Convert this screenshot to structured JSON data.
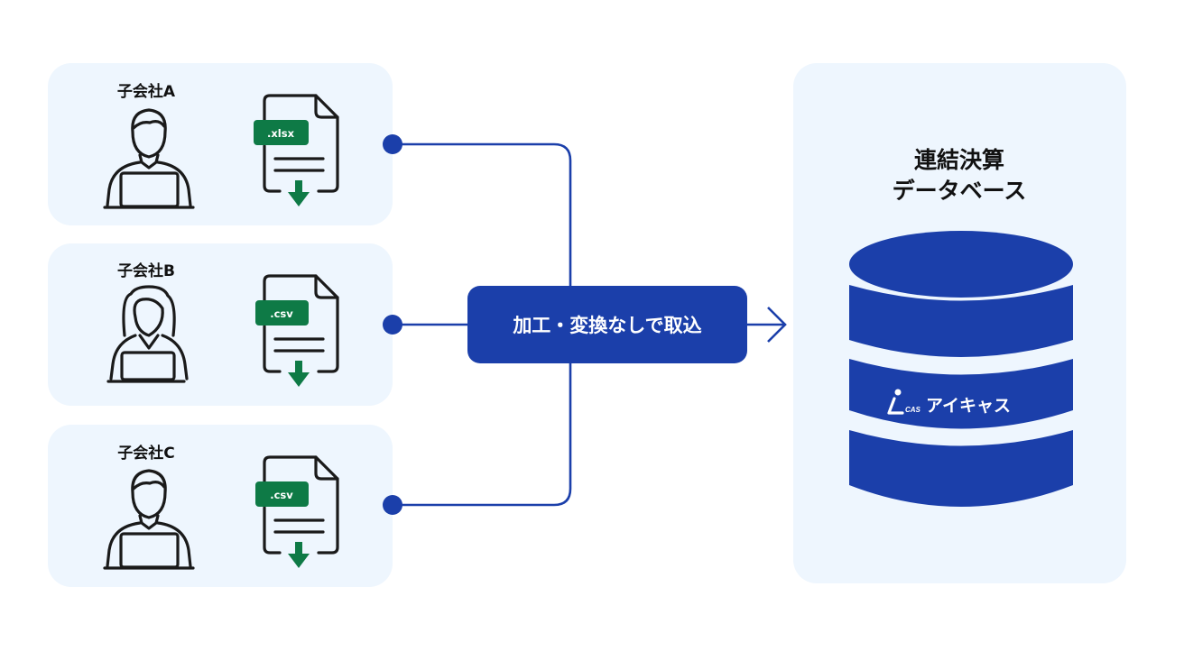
{
  "colors": {
    "panel_bg": "#EEF6FE",
    "accent_blue": "#1B3FAA",
    "file_tag_green": "#0E7A46",
    "icon_stroke": "#1a1a1a",
    "text_dark": "#111111",
    "text_light": "#FFFFFF"
  },
  "subsidiaries": [
    {
      "name": "子会社A",
      "person_icon": "male-user-laptop-icon",
      "file_ext": ".xlsx",
      "file_icon": "spreadsheet-download-icon"
    },
    {
      "name": "子会社B",
      "person_icon": "female-user-laptop-icon",
      "file_ext": ".csv",
      "file_icon": "csv-download-icon"
    },
    {
      "name": "子会社C",
      "person_icon": "male-user-laptop-icon",
      "file_ext": ".csv",
      "file_icon": "csv-download-icon"
    }
  ],
  "process": {
    "label": "加工・変換なしで取込",
    "arrow_icon": "arrow-right-icon"
  },
  "database": {
    "title_line1": "連結決算",
    "title_line2": "データベース",
    "icon": "database-cylinder-icon",
    "brand_logo_text": "iCAS",
    "brand_name": "アイキャス"
  }
}
